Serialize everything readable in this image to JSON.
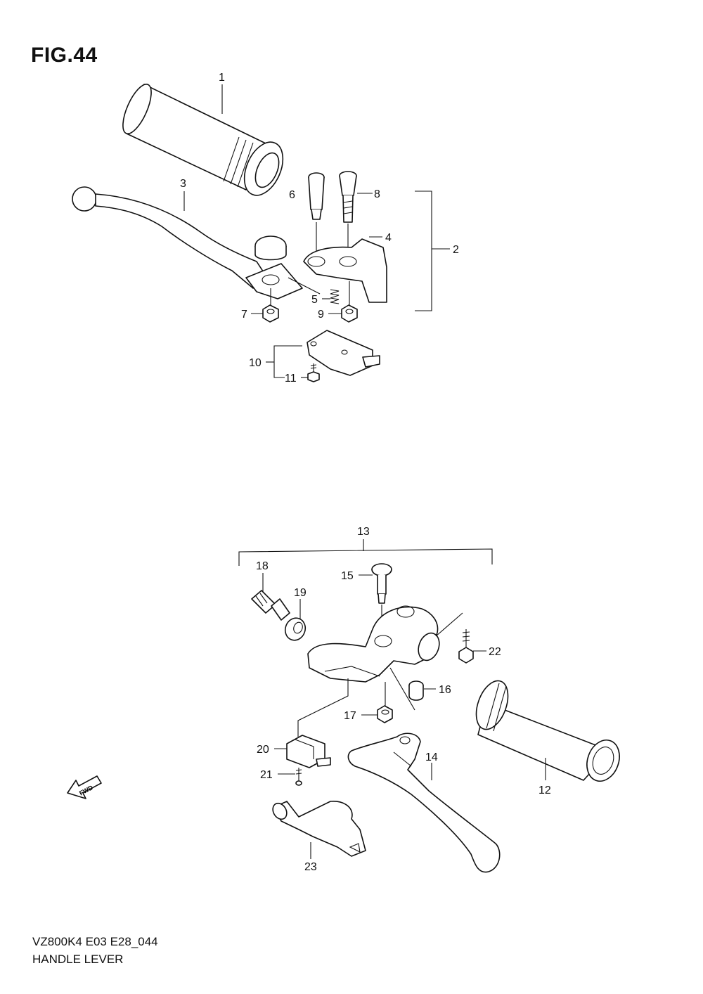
{
  "figure": {
    "title": "FIG.44",
    "model_code": "VZ800K4 E03 E28_044",
    "assembly_name": "HANDLE LEVER"
  },
  "fwd_badge": {
    "label": "FWD"
  },
  "callouts": {
    "c1": "1",
    "c2": "2",
    "c3": "3",
    "c4": "4",
    "c5": "5",
    "c6": "6",
    "c7": "7",
    "c8": "8",
    "c9": "9",
    "c10": "10",
    "c11": "11",
    "c12": "12",
    "c13": "13",
    "c14": "14",
    "c15": "15",
    "c16": "16",
    "c17": "17",
    "c18": "18",
    "c19": "19",
    "c20": "20",
    "c21": "21",
    "c22": "22",
    "c23": "23"
  },
  "parts": [
    {
      "id": "1",
      "icon": "grip-left-icon"
    },
    {
      "id": "2",
      "icon": "clutch-lever-assembly-bracket"
    },
    {
      "id": "3",
      "icon": "clutch-lever-icon"
    },
    {
      "id": "4",
      "icon": "lever-holder-icon"
    },
    {
      "id": "5",
      "icon": "spring-icon"
    },
    {
      "id": "6",
      "icon": "pivot-bolt-icon"
    },
    {
      "id": "7",
      "icon": "nut-icon"
    },
    {
      "id": "8",
      "icon": "screw-icon"
    },
    {
      "id": "9",
      "icon": "nut-icon"
    },
    {
      "id": "10",
      "icon": "clutch-switch-icon"
    },
    {
      "id": "11",
      "icon": "screw-icon"
    },
    {
      "id": "12",
      "icon": "grip-right-icon"
    },
    {
      "id": "13",
      "icon": "brake-lever-assembly-bracket"
    },
    {
      "id": "14",
      "icon": "brake-lever-icon"
    },
    {
      "id": "15",
      "icon": "pivot-bolt-icon"
    },
    {
      "id": "16",
      "icon": "bushing-icon"
    },
    {
      "id": "17",
      "icon": "nut-icon"
    },
    {
      "id": "18",
      "icon": "adjuster-icon"
    },
    {
      "id": "19",
      "icon": "lock-nut-icon"
    },
    {
      "id": "20",
      "icon": "brake-switch-icon"
    },
    {
      "id": "21",
      "icon": "screw-icon"
    },
    {
      "id": "22",
      "icon": "bolt-icon"
    },
    {
      "id": "23",
      "icon": "boot-icon"
    }
  ],
  "colors": {
    "ink": "#111111",
    "paper": "#ffffff"
  }
}
